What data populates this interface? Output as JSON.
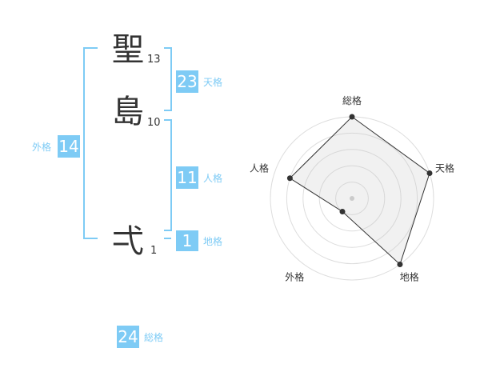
{
  "name": {
    "chars": [
      {
        "char": "聖",
        "strokes": "13"
      },
      {
        "char": "島",
        "strokes": "10"
      },
      {
        "char": "弌",
        "strokes": "1"
      }
    ]
  },
  "kakusu": {
    "tenkaku": {
      "value": "23",
      "label": "天格"
    },
    "jinkaku": {
      "value": "11",
      "label": "人格"
    },
    "chikaku": {
      "value": "1",
      "label": "地格"
    },
    "gaikaku": {
      "value": "14",
      "label": "外格"
    },
    "soukaku": {
      "value": "24",
      "label": "総格"
    }
  },
  "colors": {
    "accent": "#7ecbf5",
    "text": "#333333"
  },
  "chart_data": {
    "type": "radar",
    "axes": [
      "総格",
      "天格",
      "地格",
      "外格",
      "人格"
    ],
    "values": [
      5,
      5,
      5,
      1,
      4
    ],
    "rmax": 5,
    "rings": 5
  }
}
